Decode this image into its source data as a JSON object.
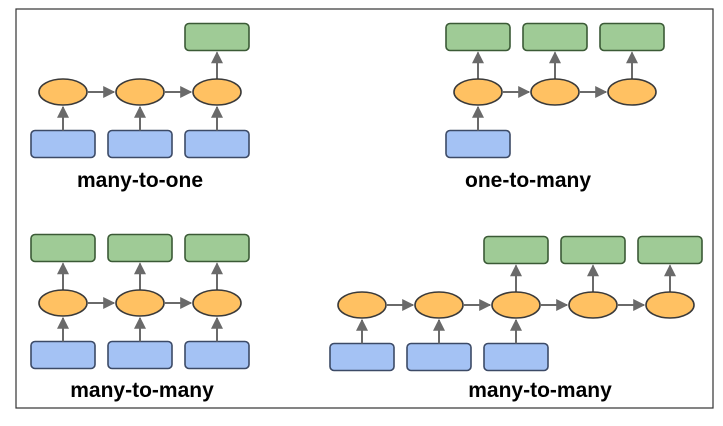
{
  "panels": [
    {
      "caption": "many-to-one",
      "nodes": 3,
      "inputs": [
        0,
        1,
        2
      ],
      "outputs": [
        2
      ],
      "input_offset": 0
    },
    {
      "caption": "one-to-many",
      "nodes": 3,
      "inputs": [
        0
      ],
      "outputs": [
        0,
        1,
        2
      ],
      "input_offset": 0
    },
    {
      "caption": "many-to-many",
      "nodes": 3,
      "inputs": [
        0,
        1,
        2
      ],
      "outputs": [
        0,
        1,
        2
      ],
      "input_offset": 0
    },
    {
      "caption": "many-to-many",
      "nodes": 5,
      "inputs": [
        0,
        1,
        2
      ],
      "outputs": [
        2,
        3,
        4
      ],
      "input_offset": 0
    }
  ],
  "colors": {
    "input": "#a4c2f4",
    "output": "#9fcb96",
    "hidden": "#ffc162",
    "arrow": "#6a6a6a"
  }
}
